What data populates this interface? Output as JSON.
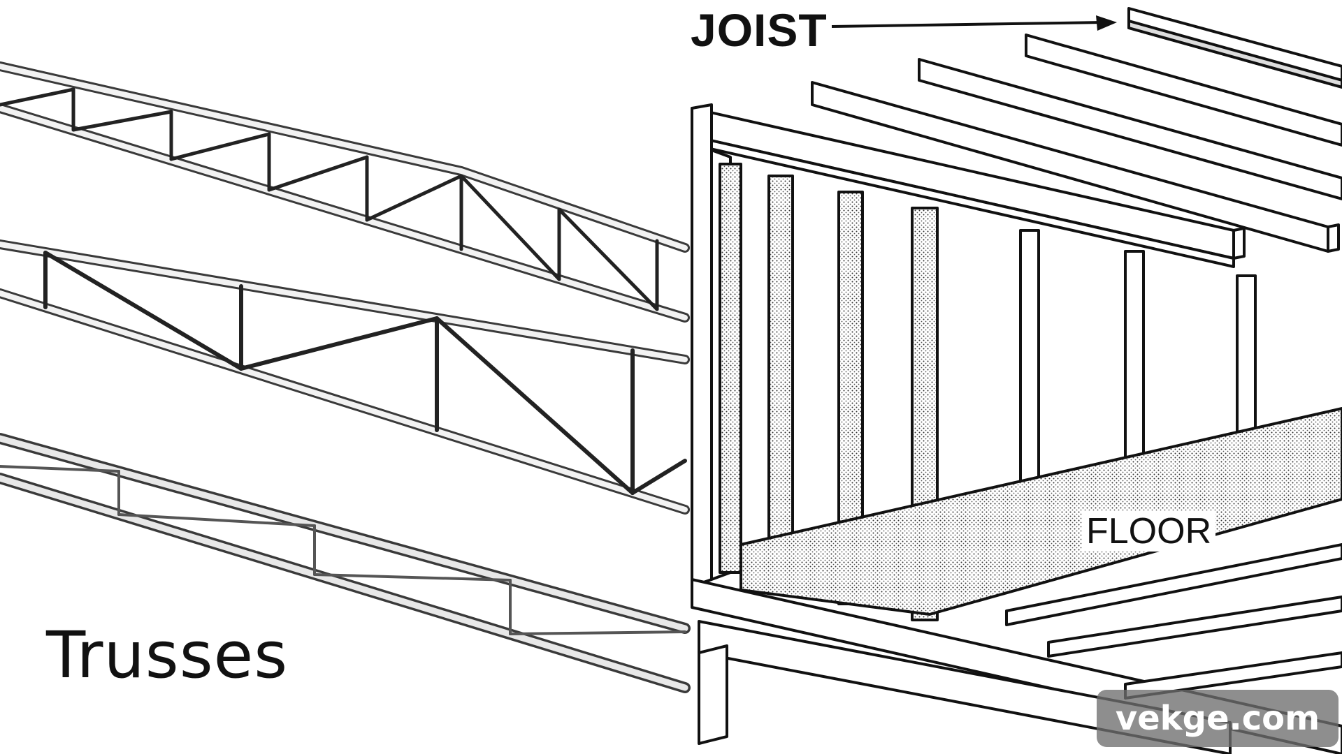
{
  "labels": {
    "trusses": "Trusses",
    "joist": "JOIST",
    "floor": "FLOOR"
  },
  "watermark": "vekge.com"
}
